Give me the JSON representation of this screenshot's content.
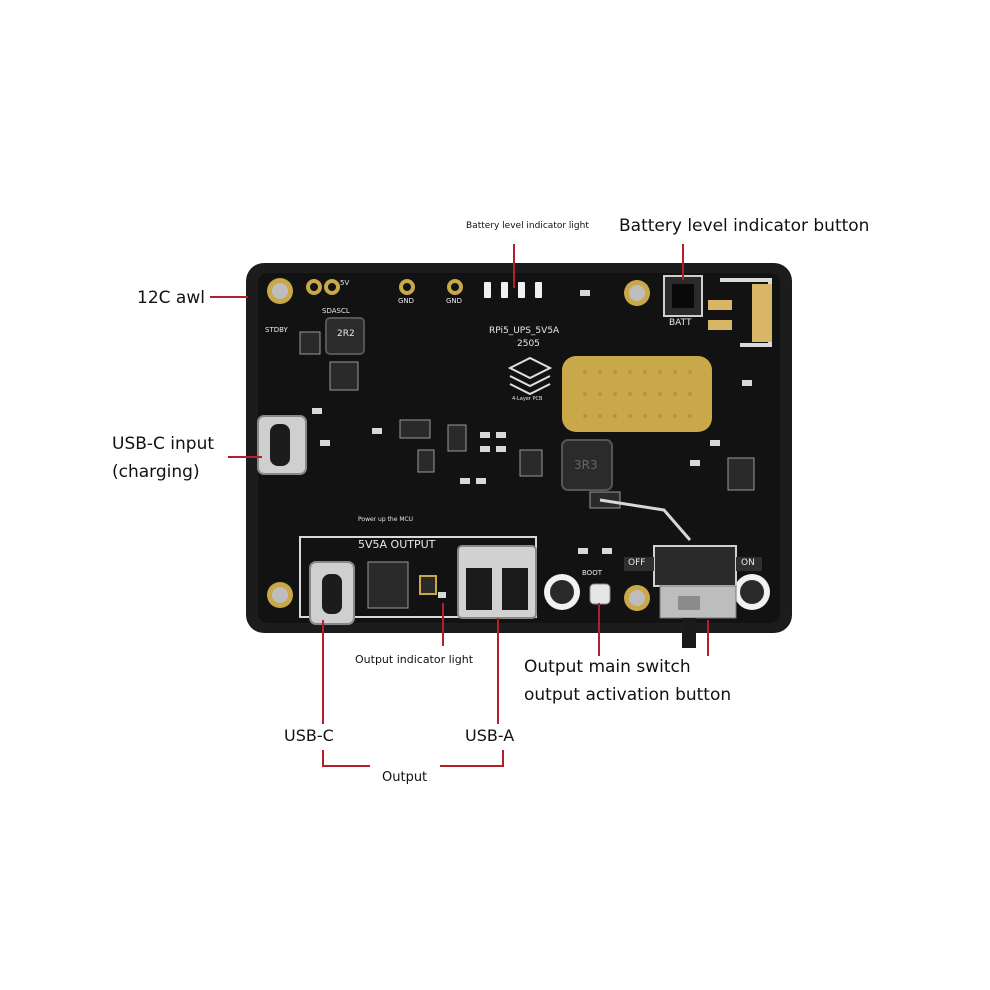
{
  "callouts": {
    "battery_light": "Battery level indicator light",
    "battery_button": "Battery level indicator button",
    "i2c": "12C awl",
    "usbc_input_line1": "USB-C input",
    "usbc_input_line2": "(charging)",
    "output_light": "Output indicator light",
    "main_switch": "Output main switch",
    "activation_button": "output activation button",
    "usbc": "USB-C",
    "usba": "USB-A",
    "output": "Output"
  },
  "silkscreen": {
    "model": "RPi5_UPS_5V5A",
    "revision": "2505",
    "output_header": "5V5A OUTPUT",
    "mcu_note": "Power up the MCU",
    "batt": "BATT",
    "off": "OFF",
    "on": "ON",
    "boot": "BOOT",
    "gnd1": "GND",
    "gnd2": "GND",
    "five_v": "5V",
    "sda_scl": "SDASCL",
    "stdby": "STDBY",
    "inductor_small": "2R2",
    "inductor_big": "3R3",
    "layer": "4-Layer PCB"
  },
  "colors": {
    "board": "#121212",
    "case": "#1c1c1c",
    "leader": "#b3202a",
    "gold": "#c9a84a",
    "pad": "#d9b566"
  }
}
